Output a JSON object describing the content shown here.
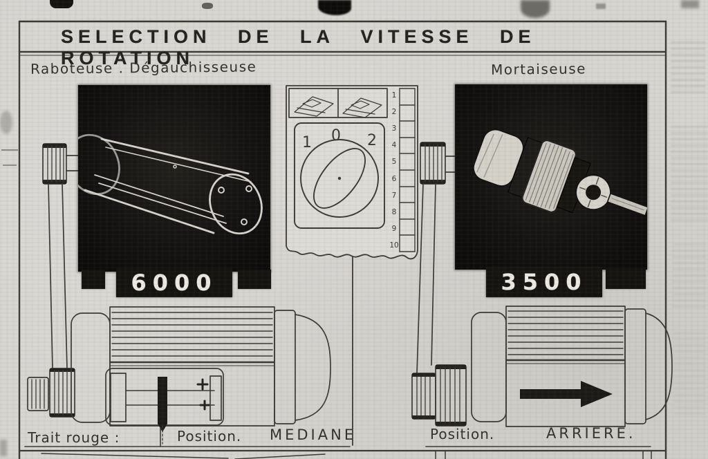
{
  "header": {
    "title": "SELECTION DE LA VITESSE DE ROTATION"
  },
  "machines": {
    "left": {
      "label": "Raboteuse . Dégauchisseuse",
      "speed": "6000",
      "illustration": "cutter-block",
      "caption": {
        "prefix": "Trait rouge :",
        "position_word": "Position.",
        "value": "MEDIANE"
      }
    },
    "right": {
      "label": "Mortaiseuse",
      "speed": "3500",
      "illustration": "mortise-chuck",
      "caption": {
        "position_word": "Position.",
        "value": "ARRIERE."
      }
    }
  },
  "selector": {
    "positions": [
      "1",
      "0",
      "2"
    ],
    "terminals": [
      "1",
      "2",
      "3",
      "4",
      "5",
      "6",
      "7",
      "8",
      "9",
      "10"
    ]
  },
  "colors": {
    "paper": "#d7d6d1",
    "ink": "#3b3934",
    "panel_black": "#14130f",
    "speed_text": "#eceae3"
  }
}
